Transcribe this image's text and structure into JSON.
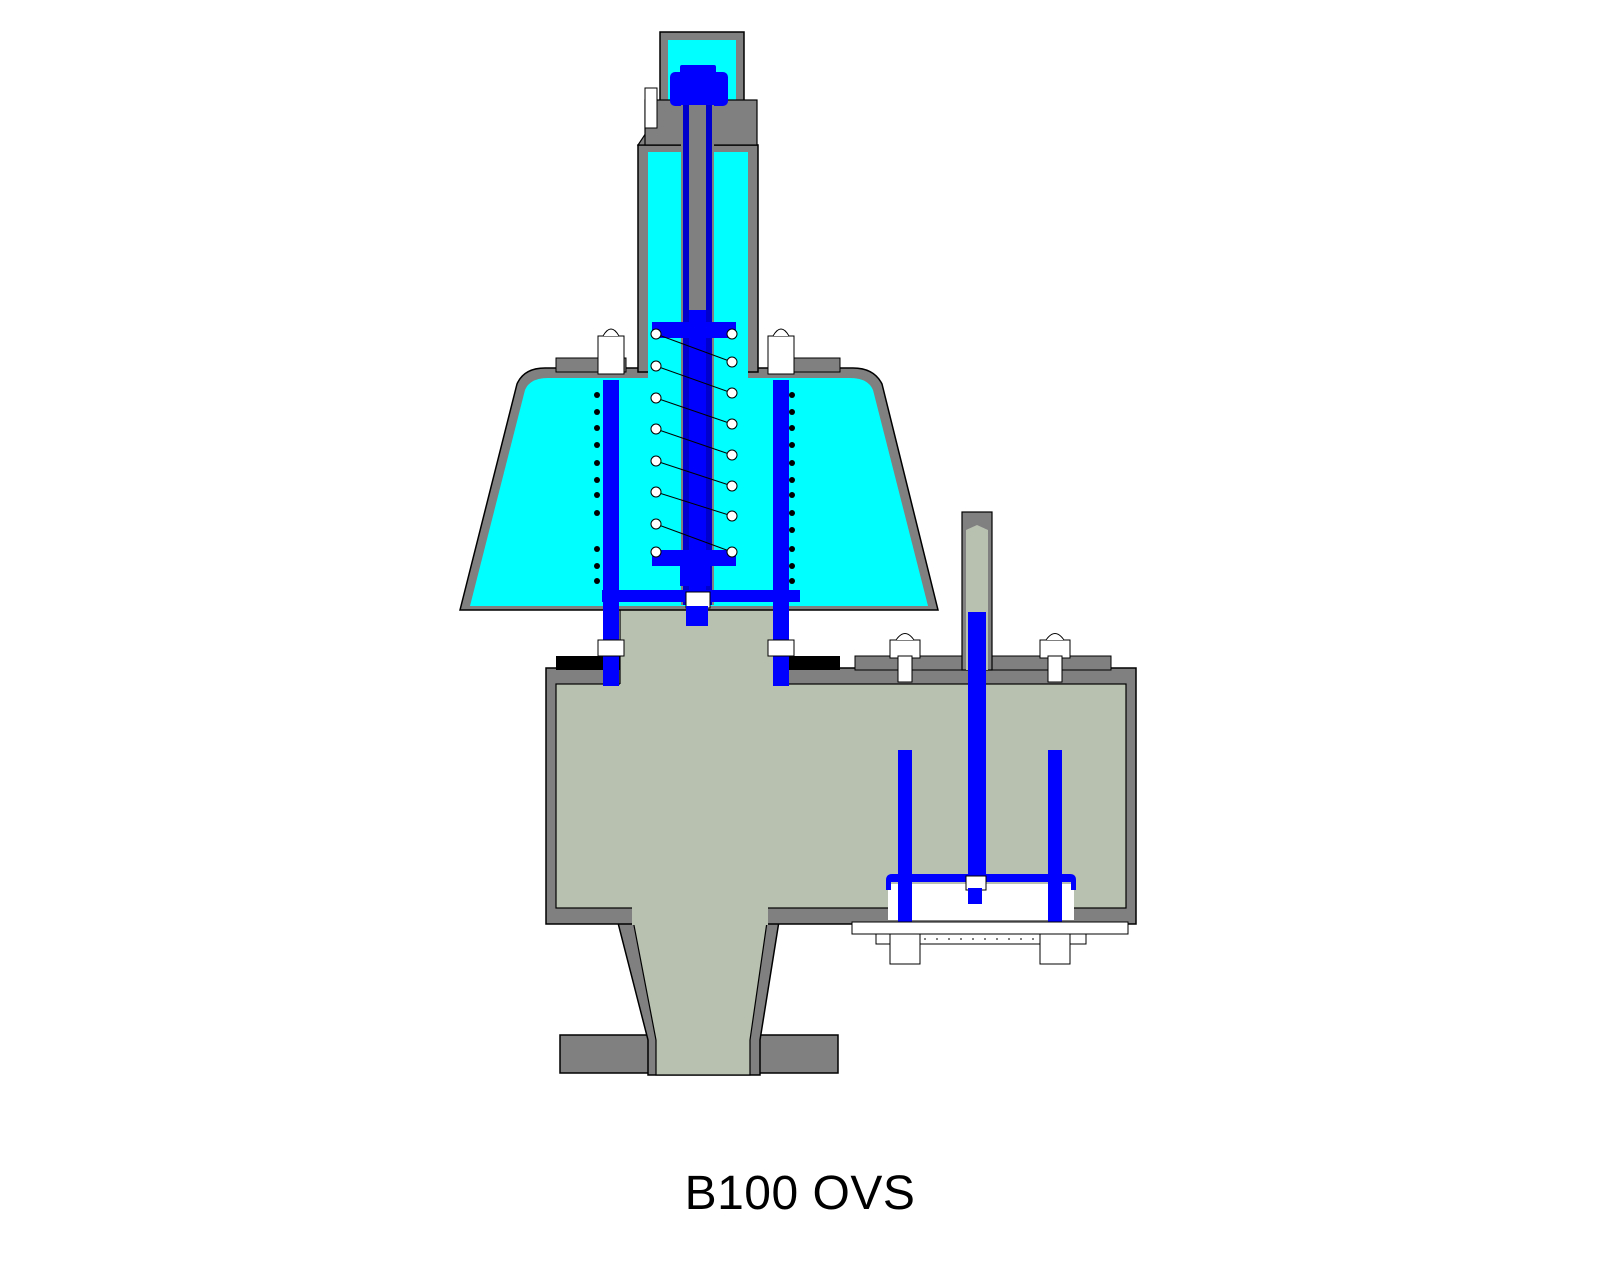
{
  "diagram": {
    "title": "B100 OVS",
    "type": "valve cross-section",
    "colors": {
      "housing": "#808080",
      "spring_chamber": "#00ffff",
      "flow_body": "#b8c0b0",
      "stem_parts": "#0000ff",
      "hardware": "#ffffff",
      "gasket": "#000000"
    },
    "components": [
      {
        "name": "cap",
        "label": ""
      },
      {
        "name": "bonnet",
        "label": ""
      },
      {
        "name": "spring",
        "label": ""
      },
      {
        "name": "spindle",
        "label": ""
      },
      {
        "name": "hood",
        "label": ""
      },
      {
        "name": "body",
        "label": ""
      },
      {
        "name": "inlet-flange",
        "label": ""
      },
      {
        "name": "side-pallet-assembly",
        "label": ""
      }
    ]
  }
}
